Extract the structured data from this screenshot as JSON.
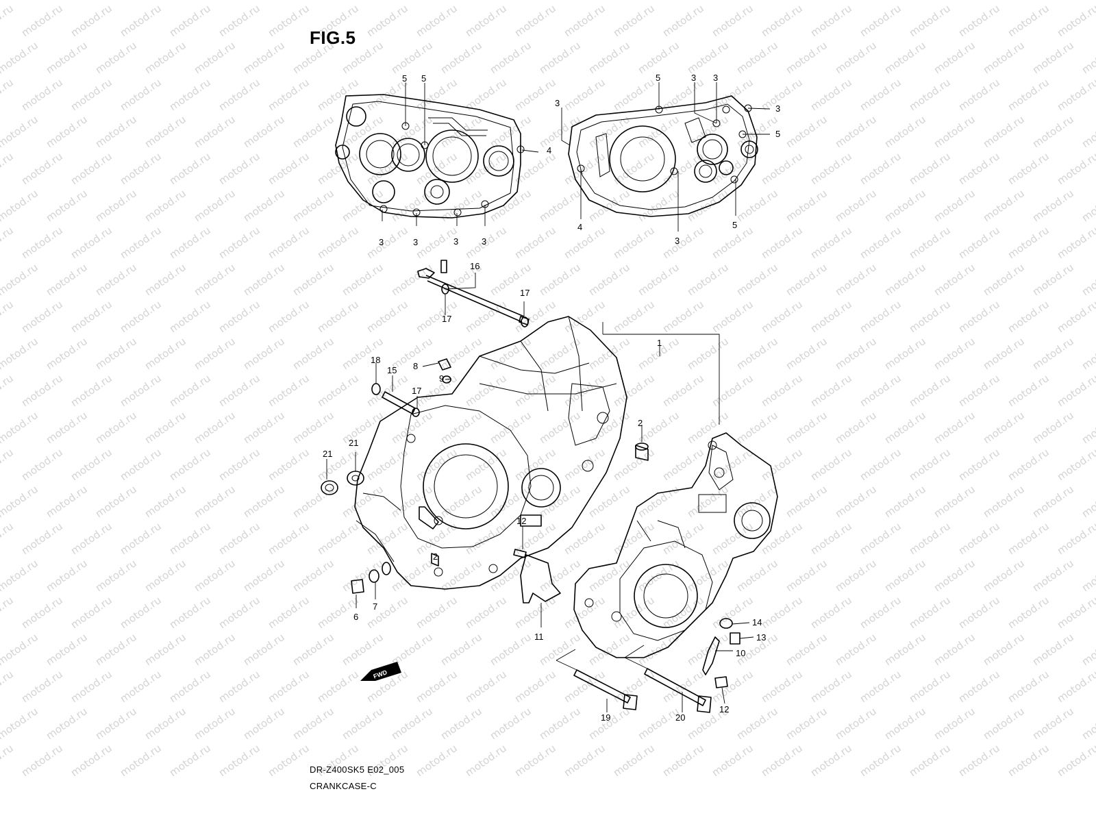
{
  "figure": {
    "title": "FIG.5"
  },
  "watermark": "motod.ru",
  "fwd_label": "FWD",
  "caption": {
    "model_code": "DR-Z400SK5 E02_005",
    "section": "CRANKCASE-C"
  },
  "callouts": {
    "top_left": [
      "5",
      "5",
      "4",
      "3",
      "3",
      "3",
      "3"
    ],
    "top_right": [
      "3",
      "5",
      "3",
      "3",
      "3",
      "5",
      "4",
      "3",
      "5"
    ],
    "main": [
      "16",
      "17",
      "17",
      "1",
      "18",
      "15",
      "17",
      "8",
      "9",
      "2",
      "21",
      "21",
      "12",
      "2",
      "6",
      "7",
      "11",
      "14",
      "13",
      "10",
      "12",
      "19",
      "20"
    ]
  }
}
